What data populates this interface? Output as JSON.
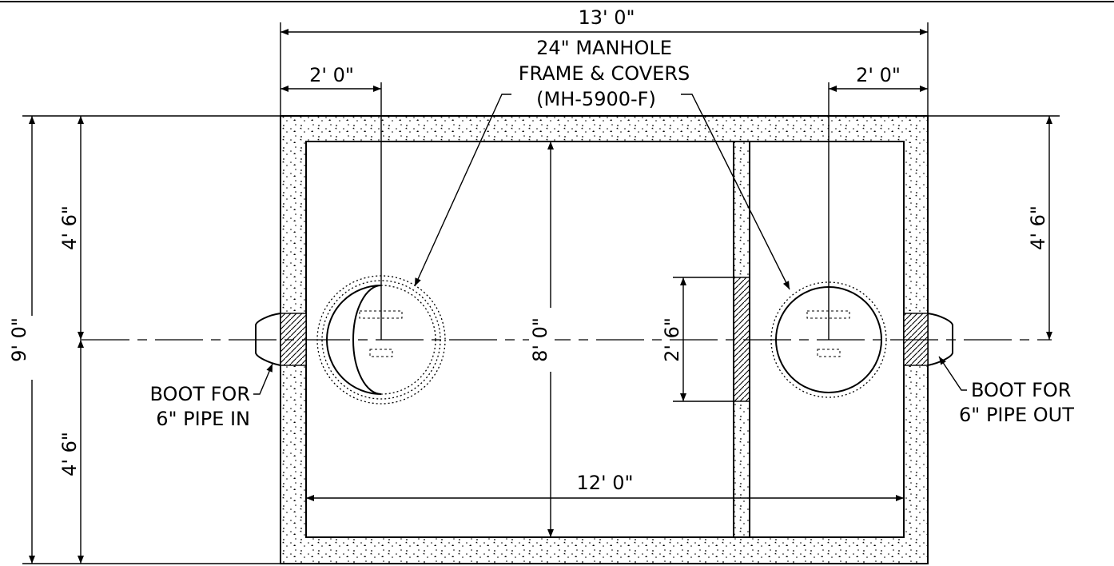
{
  "dimensions": {
    "overall_width": "13' 0\"",
    "left_offset": "2' 0\"",
    "right_offset": "2' 0\"",
    "overall_height": "9' 0\"",
    "left_upper_height": "4' 6\"",
    "left_lower_height": "4' 6\"",
    "right_upper_height": "4' 6\"",
    "inner_height": "8' 0\"",
    "baffle_opening": "2' 6\"",
    "inner_width": "12' 0\""
  },
  "labels": {
    "manhole_line1": "24\" MANHOLE",
    "manhole_line2": "FRAME & COVERS",
    "manhole_line3": "(MH-5900-F)",
    "boot_in_line1": "BOOT FOR",
    "boot_in_line2": "6\" PIPE IN",
    "boot_out_line1": "BOOT FOR",
    "boot_out_line2": "6\" PIPE OUT"
  }
}
